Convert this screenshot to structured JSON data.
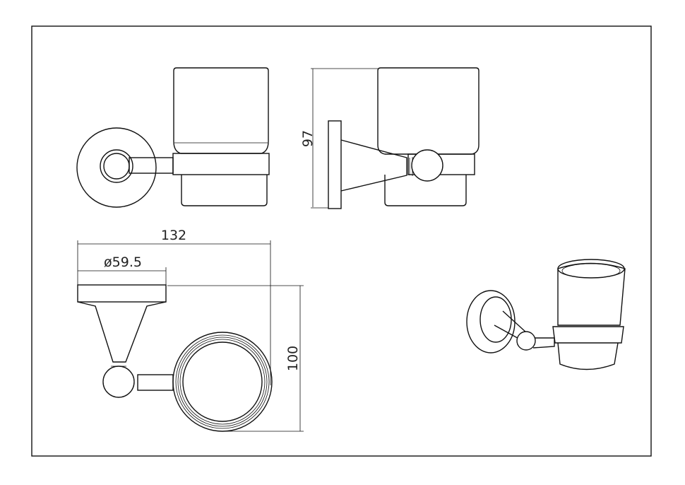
{
  "drawing": {
    "dimensions": {
      "height_side": "97",
      "total_width": "132",
      "plate_diameter": "ø59.5",
      "depth": "100"
    }
  }
}
